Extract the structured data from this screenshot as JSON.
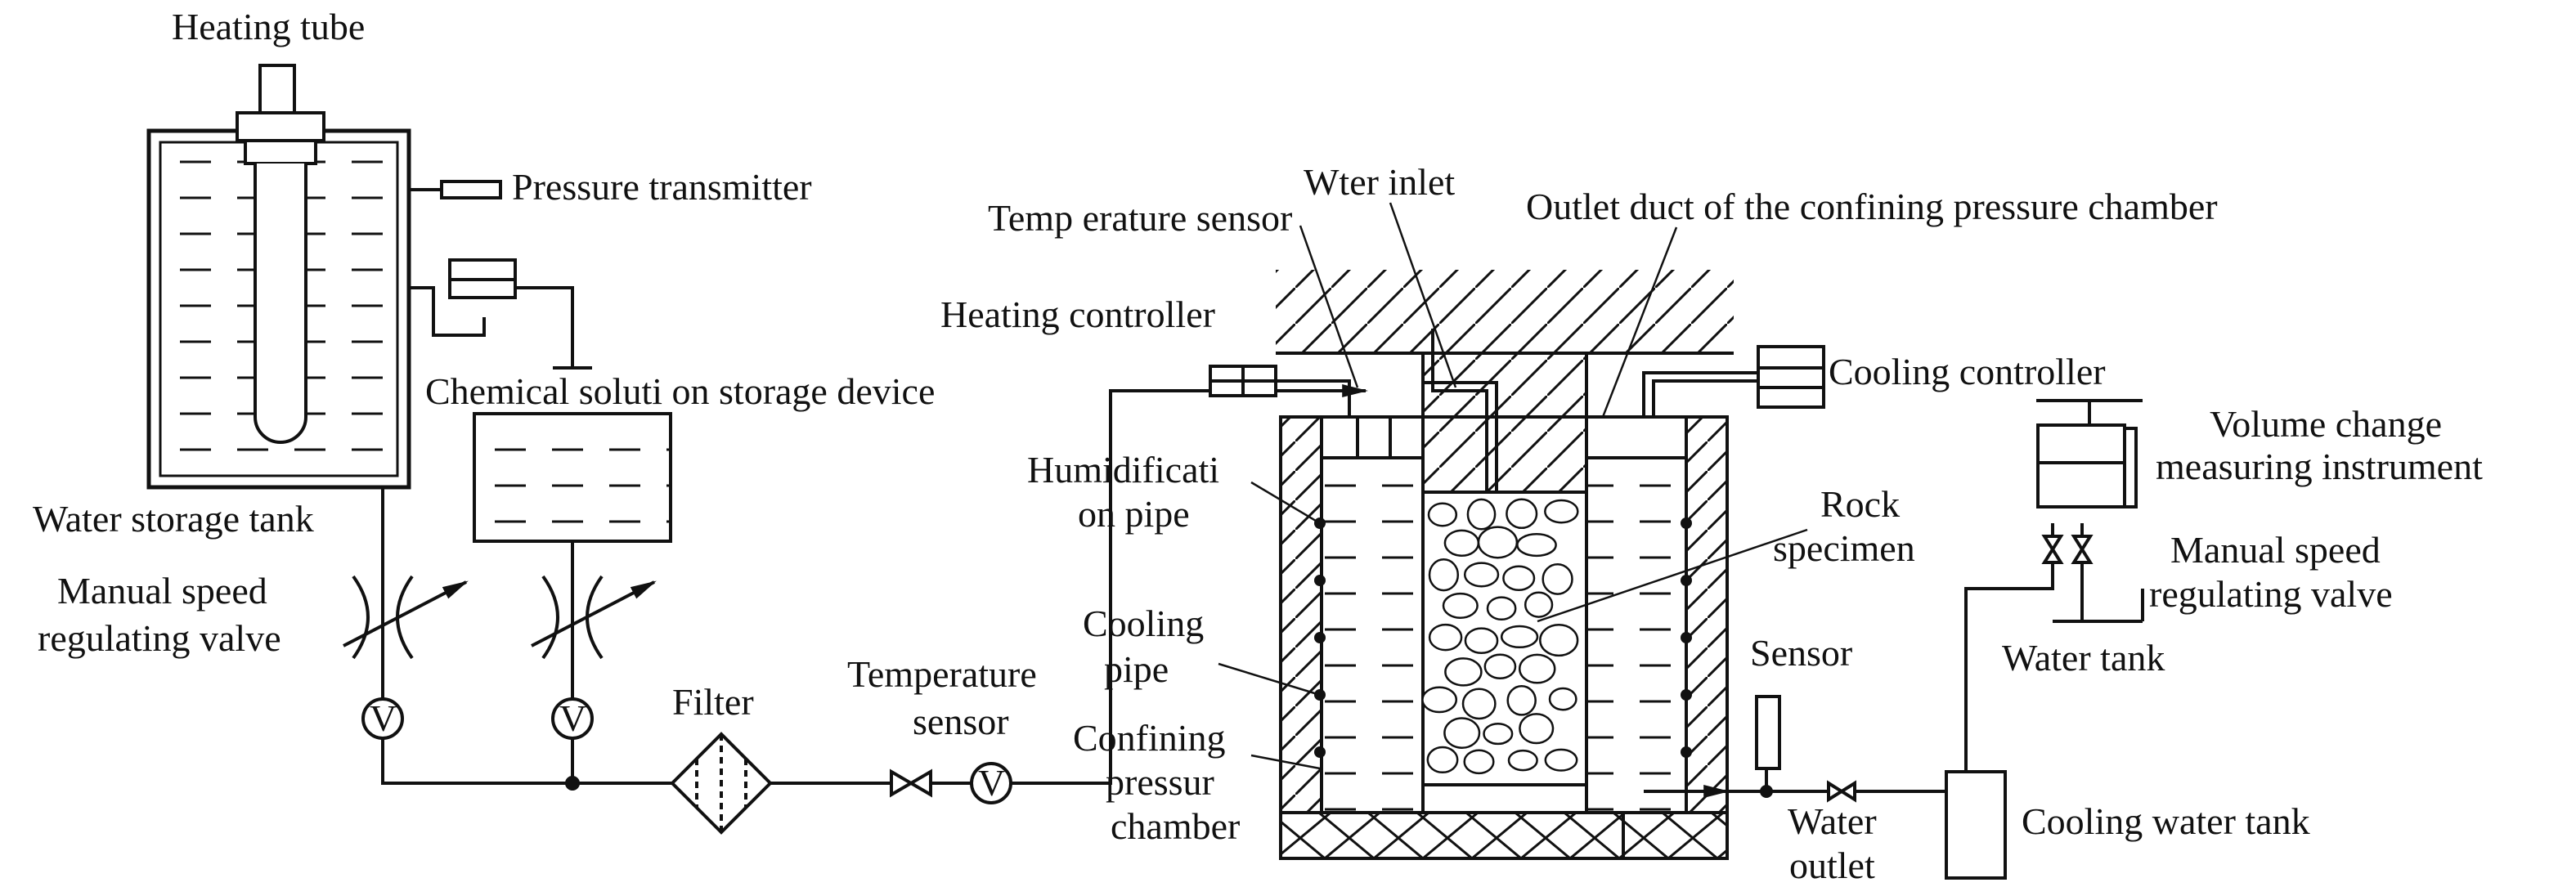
{
  "labels": {
    "heating_tube": "Heating tube",
    "pressure_transmitter": "Pressure transmitter",
    "chemical_storage": "Chemical soluti on storage device",
    "water_storage_tank": "Water storage tank",
    "manual_valve_left_1": "Manual speed",
    "manual_valve_left_2": "regulating valve",
    "filter": "Filter",
    "temperature_sensor_1": "Temperature",
    "temperature_sensor_2": "sensor",
    "heating_controller": "Heating controller",
    "temp_sensor_top": "Temp erature sensor",
    "water_inlet": "Wter inlet",
    "outlet_duct": "Outlet duct of the confining pressure chamber",
    "humidification_1": "Humidificati",
    "humidification_2": "on pipe",
    "cooling_pipe_1": "Cooling",
    "cooling_pipe_2": "pipe",
    "confining_1": "Confining",
    "confining_2": "pressur",
    "confining_3": "chamber",
    "rock_specimen_1": "Rock",
    "rock_specimen_2": "specimen",
    "cooling_controller": "Cooling controller",
    "volume_change_1": "Volume change",
    "volume_change_2": "measuring instrument",
    "manual_valve_right_1": "Manual speed",
    "manual_valve_right_2": "regulating valve",
    "water_tank": "Water tank",
    "sensor": "Sensor",
    "water_outlet_1": "Water",
    "water_outlet_2": "outlet",
    "cooling_water_tank": "Cooling water tank",
    "meter_symbol": "V"
  }
}
